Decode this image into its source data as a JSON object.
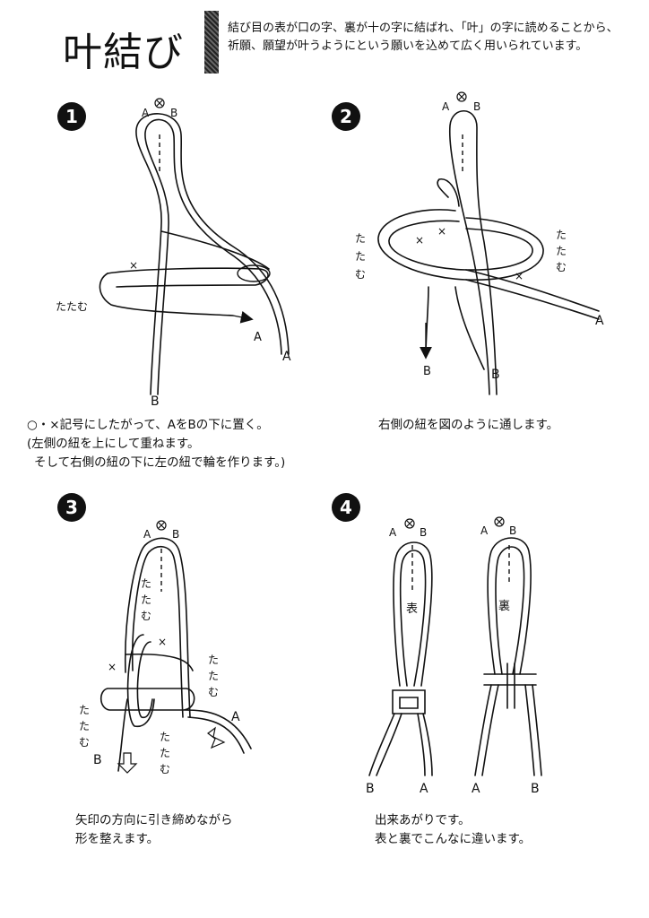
{
  "title": "叶結び",
  "intro": "結び目の表が口の字、裏が十の字に結ばれ、「叶」の字に読めることから、祈願、願望が叶うようにという願いを込めて広く用いられています。",
  "steps": [
    {
      "number": "1",
      "caption_main": "○・×記号にしたがって、AをBの下に置く。",
      "caption_note_1": "(左側の紐を上にして重ねます。",
      "caption_note_2": "そして右側の紐の下に左の紐で輪を作ります。)"
    },
    {
      "number": "2",
      "caption_main": "右側の紐を図のように通します。"
    },
    {
      "number": "3",
      "caption_line_1": "矢印の方向に引き締めながら",
      "caption_line_2": "形を整えます。"
    },
    {
      "number": "4",
      "caption_line_1": "出来あがりです。",
      "caption_line_2": "表と裏でこんなに違います。"
    }
  ],
  "labels": {
    "a": "A",
    "b": "B",
    "fold": "たたむ",
    "fold_v1": "た",
    "fold_v2": "た",
    "fold_v3": "む",
    "front": "表",
    "back": "裏",
    "cross": "×"
  }
}
